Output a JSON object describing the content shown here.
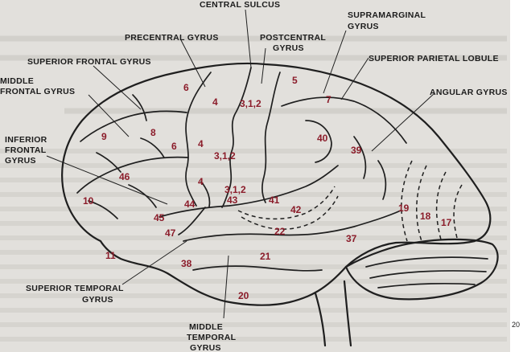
{
  "labels": {
    "central_sulcus": "CENTRAL SULCUS",
    "supramarginal_gyrus": [
      "SUPRAMARGINAL",
      "GYRUS"
    ],
    "precentral_gyrus": "PRECENTRAL GYRUS",
    "postcentral_gyrus": [
      "POSTCENTRAL",
      "GYRUS"
    ],
    "superior_parietal_lobule": "SUPERIOR PARIETAL LOBULE",
    "superior_frontal_gyrus": "SUPERIOR FRONTAL GYRUS",
    "middle_frontal_gyrus": [
      "MIDDLE",
      "FRONTAL GYRUS"
    ],
    "angular_gyrus": "ANGULAR GYRUS",
    "inferior_frontal_gyrus": [
      "INFERIOR",
      "FRONTAL",
      "GYRUS"
    ],
    "superior_temporal_gyrus": [
      "SUPERIOR TEMPORAL",
      "GYRUS"
    ],
    "middle_temporal_gyrus": [
      "MIDDLE",
      "TEMPORAL",
      "GYRUS"
    ]
  },
  "areas": {
    "a6_top": "6",
    "a4_top": "4",
    "a312_top": "3,1,2",
    "a5": "5",
    "a7": "7",
    "a9": "9",
    "a8": "8",
    "a6_mid": "6",
    "a4_mid": "4",
    "a312_mid": "3,1,2",
    "a40": "40",
    "a39": "39",
    "a46": "46",
    "a4_low": "4",
    "a312_low": "3,1,2",
    "a10": "10",
    "a44": "44",
    "a43": "43",
    "a41": "41",
    "a42": "42",
    "a19": "19",
    "a18": "18",
    "a17": "17",
    "a45": "45",
    "a47": "47",
    "a22": "22",
    "a37": "37",
    "a11": "11",
    "a38": "38",
    "a21": "21",
    "a20": "20"
  },
  "page_number": "20"
}
